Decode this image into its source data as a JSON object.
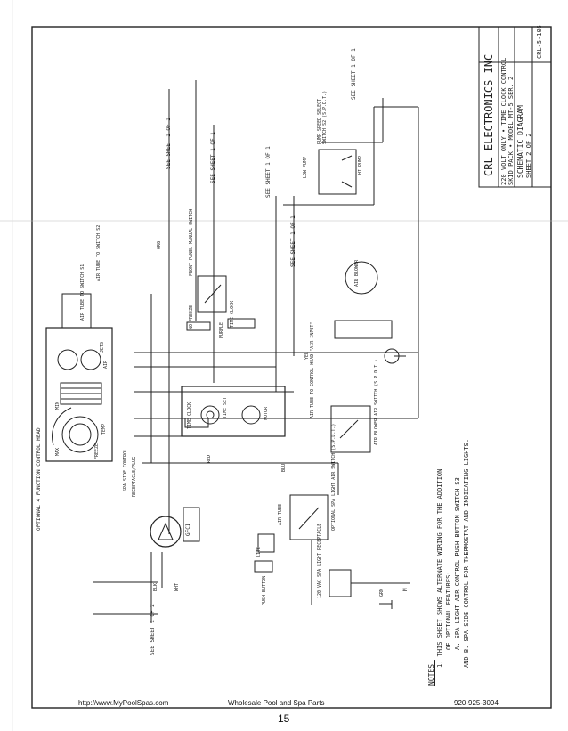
{
  "title_block": {
    "company": "CRL ELECTRONICS INC",
    "line1": "220 VOLT ONLY • TIME CLOCK CONTROL",
    "line2": "SKID PACK • MODEL MT-5 SER. 2",
    "line3": "SCHEMATIC DIAGRAM",
    "sheet": "SHEET 2 OF 2",
    "drawing_no": "CRL-5-105"
  },
  "schematic": {
    "ref_a": "SEE SHEET 1 OF 1",
    "ref_b": "SEE SHEET 1 OF 1",
    "ref_c": "SEE SHEET 1 OF 1",
    "ref_d": "SEE SHEET 1 OF 1",
    "ref_e": "SEE SHEET 1 OF 1",
    "see_sheet_left": "SEE SHEET 1 OF 2",
    "pump_switch": "PUMP SPEED SELECT SWITCH S2 (S.P.D.T.)",
    "low_pump": "LOW PUMP",
    "hi_pump": "HI PUMP",
    "air_blower": "AIR BLOWER",
    "air_blower_switch": "AIR BLOWER AIR SWITCH (S.P.D.T.)",
    "air_tube_to_control": "AIR TUBE TO CONTROL HEAD \"AIR INPUT\"",
    "air_tube_s2": "AIR TUBE TO SWITCH S2",
    "air_tube_s1": "AIR TUBE TO SWITCH S1",
    "control_head": "OPTIONAL 4 FUNCTION CONTROL HEAD",
    "jets": "JETS",
    "air": "AIR",
    "temp": "TEMP",
    "min": "MIN",
    "max": "MAX",
    "freeze": "FREEZE",
    "time_clock": "TIME CLOCK",
    "time_set": "TIME SET",
    "motor": "MOTOR",
    "front_panel": "FRONT PANEL MANUAL SWITCH",
    "no_freeze": "NO FREEZE",
    "spa_side": "SPA SIDE CONTROL",
    "receptacle": "RECEPTACLE/PLUG",
    "gfci": "GFCI",
    "lite": "LITE",
    "push_button": "PUSH BUTTON",
    "air_tube": "AIR TUBE",
    "spa_light_switch": "OPTIONAL SPA LIGHT AIR SWITCH (S.P.D.T.)",
    "spa_light_recept": "120 VAC SPA LIGHT RECEPTACLE",
    "wire_blk": "BLK",
    "wire_red": "RED",
    "wire_yel": "YEL",
    "wire_blu": "BLU",
    "wire_wht": "WHT",
    "wire_org": "ORG",
    "wire_grn": "GRN",
    "wire_purple": "PURPLE",
    "neutral": "N"
  },
  "notes": {
    "heading": "NOTES:",
    "n1": "1. THIS SHEET SHOWS ALTERNATE WIRING FOR THE ADDITION",
    "n2": "OF OPTIONAL FEATURES:",
    "n3": "A. SPA LIGHT AIR CONTROL PUSH BUTTON SWITCH S3",
    "n4": "AND B. SPA SIDE CONTROL FOR THERMOSTAT AND INDICATING LIGHTS."
  },
  "footer": {
    "url": "http://www.MyPoolSpas.com",
    "company": "Wholesale Pool and Spa Parts",
    "phone": "920-925-3094",
    "page": "15"
  }
}
